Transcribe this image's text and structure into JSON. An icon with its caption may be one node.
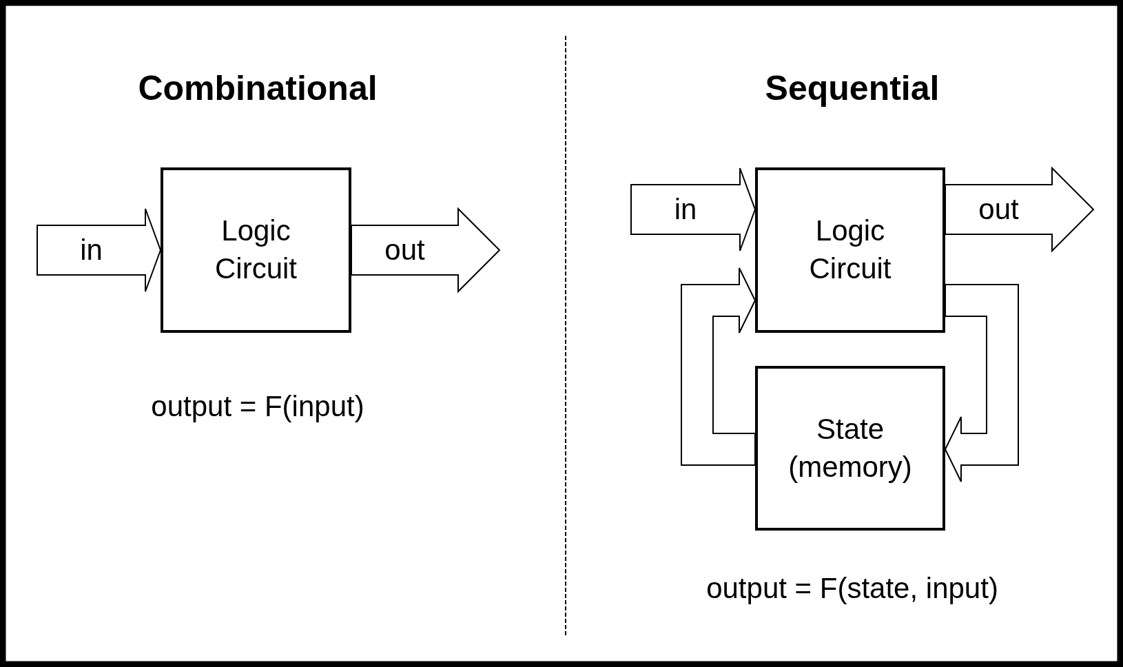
{
  "diagram": {
    "nodes": [
      {
        "text": [
          "Logic Circuit"
        ]
      },
      {
        "text": [
          "Logic Circuit"
        ]
      },
      {
        "text": [
          "State (memory)"
        ]
      }
    ],
    "edges": [
      {
        "from": null,
        "to": 0,
        "arrow": "to",
        "label": "in"
      },
      {
        "from": 0,
        "to": null,
        "arrow": "to",
        "label": "out"
      },
      {
        "from": null,
        "to": 1,
        "arrow": "to",
        "label": "in"
      },
      {
        "from": 1,
        "to": null,
        "arrow": "to",
        "label": "out"
      },
      {
        "from": 1,
        "to": 2,
        "arrow": "to"
      },
      {
        "from": 2,
        "to": 1,
        "arrow": "to"
      }
    ],
    "labels": [
      "Combinational",
      "Sequential",
      "output = F(input)",
      "output = F(state, input)"
    ]
  }
}
